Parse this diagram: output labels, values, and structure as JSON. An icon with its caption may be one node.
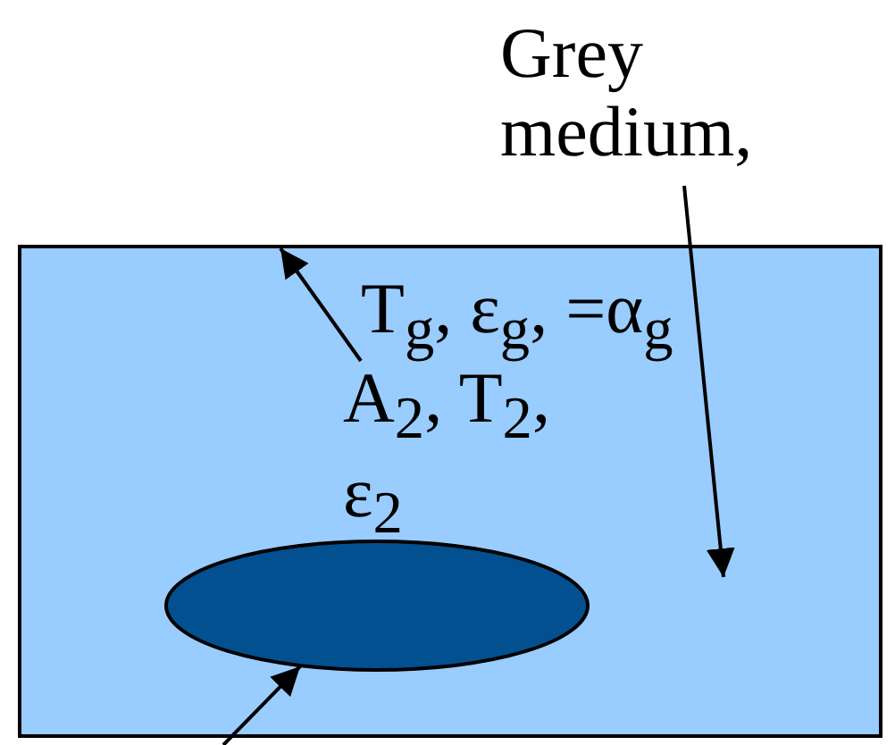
{
  "diagram": {
    "nodes": [
      {
        "text": [
          "Grey medium,"
        ]
      },
      {
        "text": [
          "T$_{g}$, ε$_{g}$, =α$_{g}$"
        ]
      },
      {
        "text": [
          "A$_{2}$, T$_{2}$, ε$_{2}$"
        ],
        "in": 1
      },
      {
        "text": [],
        "shape": "ellipse",
        "in": 1
      }
    ],
    "edges": [
      {
        "from": 0,
        "to": null,
        "arrow": "to"
      },
      {
        "from": 2,
        "to": 1,
        "arrow": "to"
      },
      {
        "from": null,
        "to": 3,
        "arrow": "to"
      }
    ]
  }
}
